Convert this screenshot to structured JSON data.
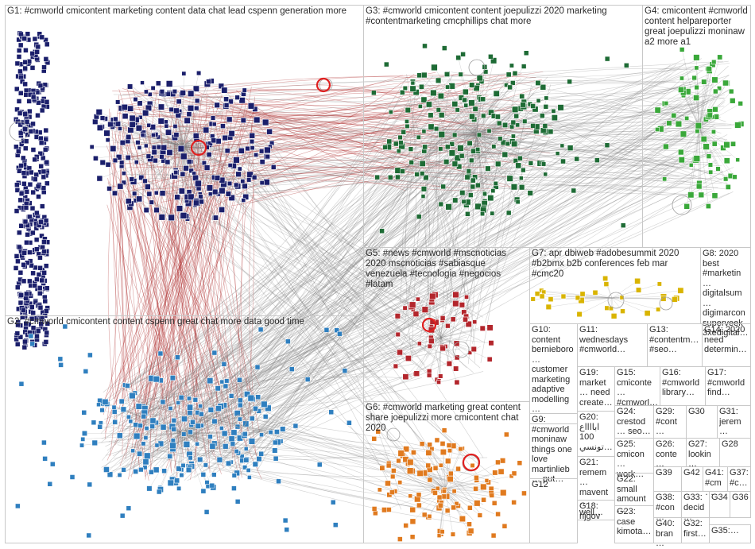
{
  "colors": {
    "g1": "#1b1f6b",
    "g2": "#2f7fbf",
    "g3": "#1e6b35",
    "g4": "#3aa83a",
    "g5": "#b3262c",
    "g6": "#e07a1f",
    "g7": "#d9b400",
    "edge": "#7a7a7a",
    "edge_red": "#b03030"
  },
  "groups": [
    {
      "id": "G1",
      "label": "G1: #cmworld cmicontent marketing content data chat lead cspenn generation more"
    },
    {
      "id": "G2",
      "label": "G2: #cmworld cmicontent content cspenn great chat more data good time"
    },
    {
      "id": "G3",
      "label": "G3: #cmworld cmicontent content joepulizzi 2020 marketing #contentmarketing cmcphillips chat more"
    },
    {
      "id": "G4",
      "label": "G4: cmicontent #cmworld content helpareporter great joepulizzi moninaw a2 more a1"
    },
    {
      "id": "G5",
      "label": "G5: #news #cmworld #mscnoticias 2020 mscnoticias #sabiasque venezuela #tecnologia #negocios #latam"
    },
    {
      "id": "G6",
      "label": "G6: #cmworld marketing great content share joepulizzi more cmicontent chat 2020"
    },
    {
      "id": "G7",
      "label": "G7: apr dbiweb #adobesummit 2020 #b2bmx b2b conferences feb mar #cmc20"
    },
    {
      "id": "G8",
      "label": "G8: 2020 best #marketin… digitalsum… digimarcon superveek 3xedigital…"
    },
    {
      "id": "G10",
      "label": "G10: content bernieboro… customer marketing adaptive modelling…"
    },
    {
      "id": "G11",
      "label": "G11: wednesdays #cmworld…"
    },
    {
      "id": "G13",
      "label": "G13: #contentm… #seo…"
    },
    {
      "id": "G14",
      "label": "G14: 2020 need determin…"
    },
    {
      "id": "G19",
      "label": "G19: market… need create…"
    },
    {
      "id": "G15",
      "label": "G15: cmiconte… #cmworl…"
    },
    {
      "id": "G16",
      "label": "G16: #cmworld library…"
    },
    {
      "id": "G17",
      "label": "G17: #cmworld find…"
    },
    {
      "id": "G9",
      "label": "G9: #cmworld moninaw things one love martinlieb… put…"
    },
    {
      "id": "G20",
      "label": "G20: ابااااع 100 تونسي…"
    },
    {
      "id": "G24",
      "label": "G24: crestod… seo…"
    },
    {
      "id": "G29",
      "label": "G29: #cont…"
    },
    {
      "id": "G30",
      "label": "G30"
    },
    {
      "id": "G31",
      "label": "G31: jerem…"
    },
    {
      "id": "G25",
      "label": "G25: cmicon… work…"
    },
    {
      "id": "G26",
      "label": "G26: conte…"
    },
    {
      "id": "G27",
      "label": "G27: lookin…"
    },
    {
      "id": "G28",
      "label": "G28"
    },
    {
      "id": "G21",
      "label": "G21: remem… mavent… well…"
    },
    {
      "id": "G12",
      "label": "G12"
    },
    {
      "id": "G22",
      "label": "G22: small amount…"
    },
    {
      "id": "G39",
      "label": "G39"
    },
    {
      "id": "G42",
      "label": "G42"
    },
    {
      "id": "G41",
      "label": "G41: #cm…"
    },
    {
      "id": "G37",
      "label": "G37: #c…"
    },
    {
      "id": "G18",
      "label": "G18: njgov"
    },
    {
      "id": "G38",
      "label": "G38: #con…"
    },
    {
      "id": "G33",
      "label": "G33: decid…"
    },
    {
      "id": "G34",
      "label": "G34"
    },
    {
      "id": "G36",
      "label": "G36"
    },
    {
      "id": "G23",
      "label": "G23: case kimota…"
    },
    {
      "id": "G40",
      "label": "G40: bran…"
    },
    {
      "id": "G32",
      "label": "G32: first…"
    },
    {
      "id": "G35",
      "label": "G35:…"
    }
  ]
}
